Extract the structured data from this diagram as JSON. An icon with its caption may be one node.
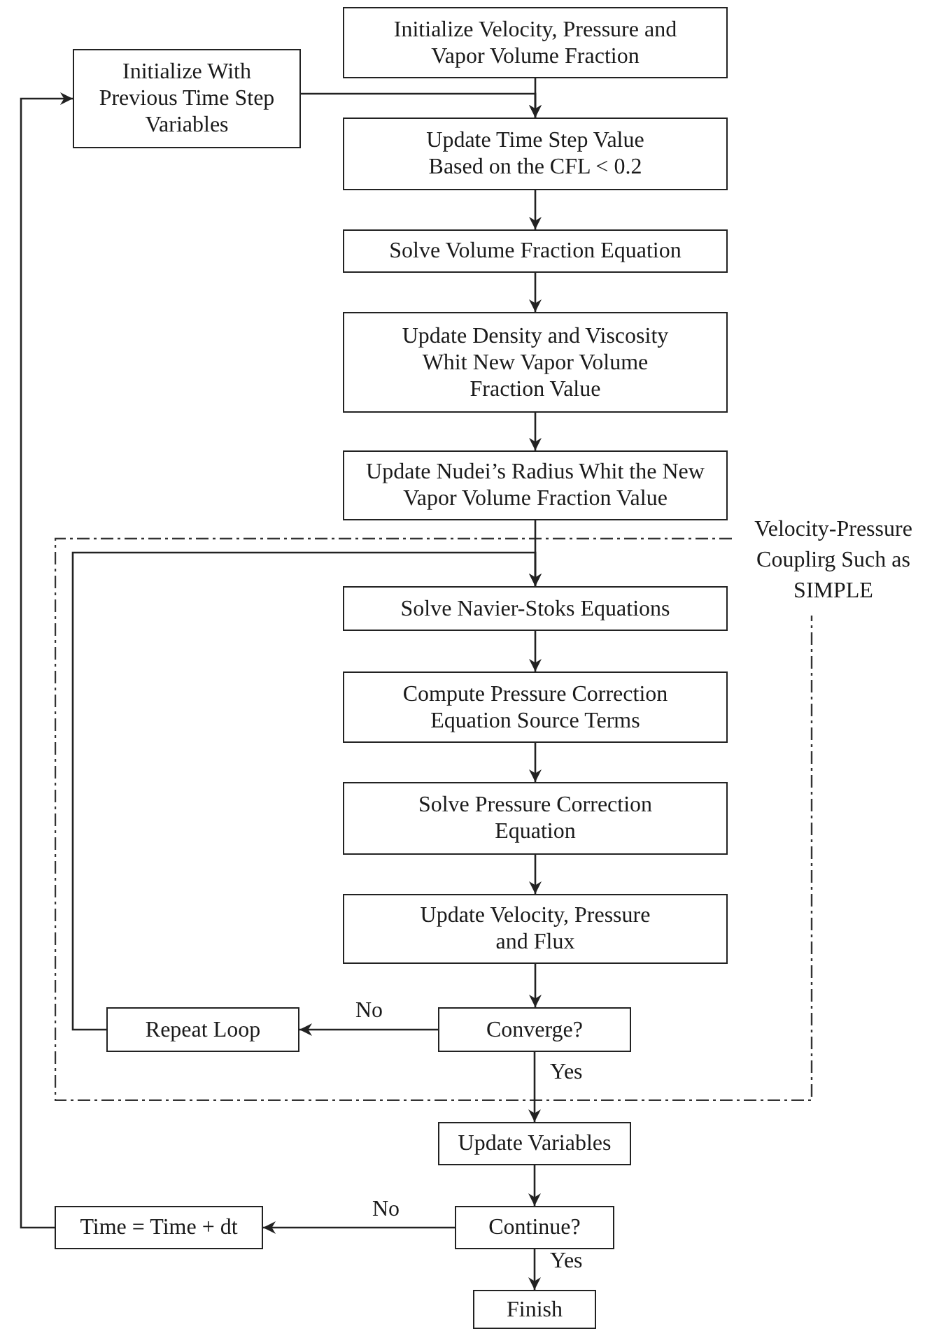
{
  "diagram": {
    "nodes": [
      {
        "text": [
          "Initialize Velocity, Pressure and Vapor Volume Fraction"
        ]
      },
      {
        "text": [
          "Initialize With Previous Time Step Variables"
        ]
      },
      {
        "text": [
          "Update Time Step Value Based on the CFL < 0.2"
        ]
      },
      {
        "text": [
          "Solve Volume Fraction Equation"
        ]
      },
      {
        "text": [
          "Update Density and Viscosity Whit New Vapor Volume Fraction Value"
        ]
      },
      {
        "text": [
          "Update Nudei’s Radius Whit the New Vapor Volume Fraction Value"
        ]
      },
      {
        "text": [
          "Velocity-Pressure Couplirg Such as SIMPLE"
        ]
      },
      {
        "text": [
          "Solve Navier-Stoks Equations"
        ],
        "in": 6
      },
      {
        "text": [
          "Compute Pressure Correction Equation Source Terms"
        ],
        "in": 6
      },
      {
        "text": [
          "Solve Pressure Correction Equation"
        ],
        "in": 6
      },
      {
        "text": [
          "Update Velocity, Pressure and Flux"
        ],
        "in": 6
      },
      {
        "text": [
          "Repeat Loop"
        ],
        "in": 6
      },
      {
        "text": [
          "Converge?"
        ],
        "in": 6
      },
      {
        "text": [
          "Update Variables"
        ]
      },
      {
        "text": [
          "Time = Time + dt"
        ]
      },
      {
        "text": [
          "Continue?"
        ]
      },
      {
        "text": [
          "Finish"
        ]
      }
    ],
    "edges": [
      {
        "from": 0,
        "to": 2,
        "arrow": "to"
      },
      {
        "from": 1,
        "to": 2,
        "arrow": "to"
      },
      {
        "from": 2,
        "to": 3,
        "arrow": "to"
      },
      {
        "from": 3,
        "to": 4,
        "arrow": "to"
      },
      {
        "from": 4,
        "to": 5,
        "arrow": "to"
      },
      {
        "from": 5,
        "to": 7,
        "arrow": "to"
      },
      {
        "from": 7,
        "to": 8,
        "arrow": "to"
      },
      {
        "from": 8,
        "to": 9,
        "arrow": "to"
      },
      {
        "from": 9,
        "to": 10,
        "arrow": "to"
      },
      {
        "from": 10,
        "to": 12,
        "arrow": "to"
      },
      {
        "from": 12,
        "to": 11,
        "label": "No",
        "arrow": "to"
      },
      {
        "from": 11,
        "to": 7,
        "arrow": "to"
      },
      {
        "from": 12,
        "to": 13,
        "label": "Yes",
        "arrow": "to"
      },
      {
        "from": 13,
        "to": 15,
        "arrow": "to"
      },
      {
        "from": 15,
        "to": 14,
        "label": "No",
        "arrow": "to"
      },
      {
        "from": 14,
        "to": 1,
        "arrow": "to"
      },
      {
        "from": 15,
        "to": 16,
        "label": "Yes",
        "arrow": "to"
      }
    ]
  }
}
